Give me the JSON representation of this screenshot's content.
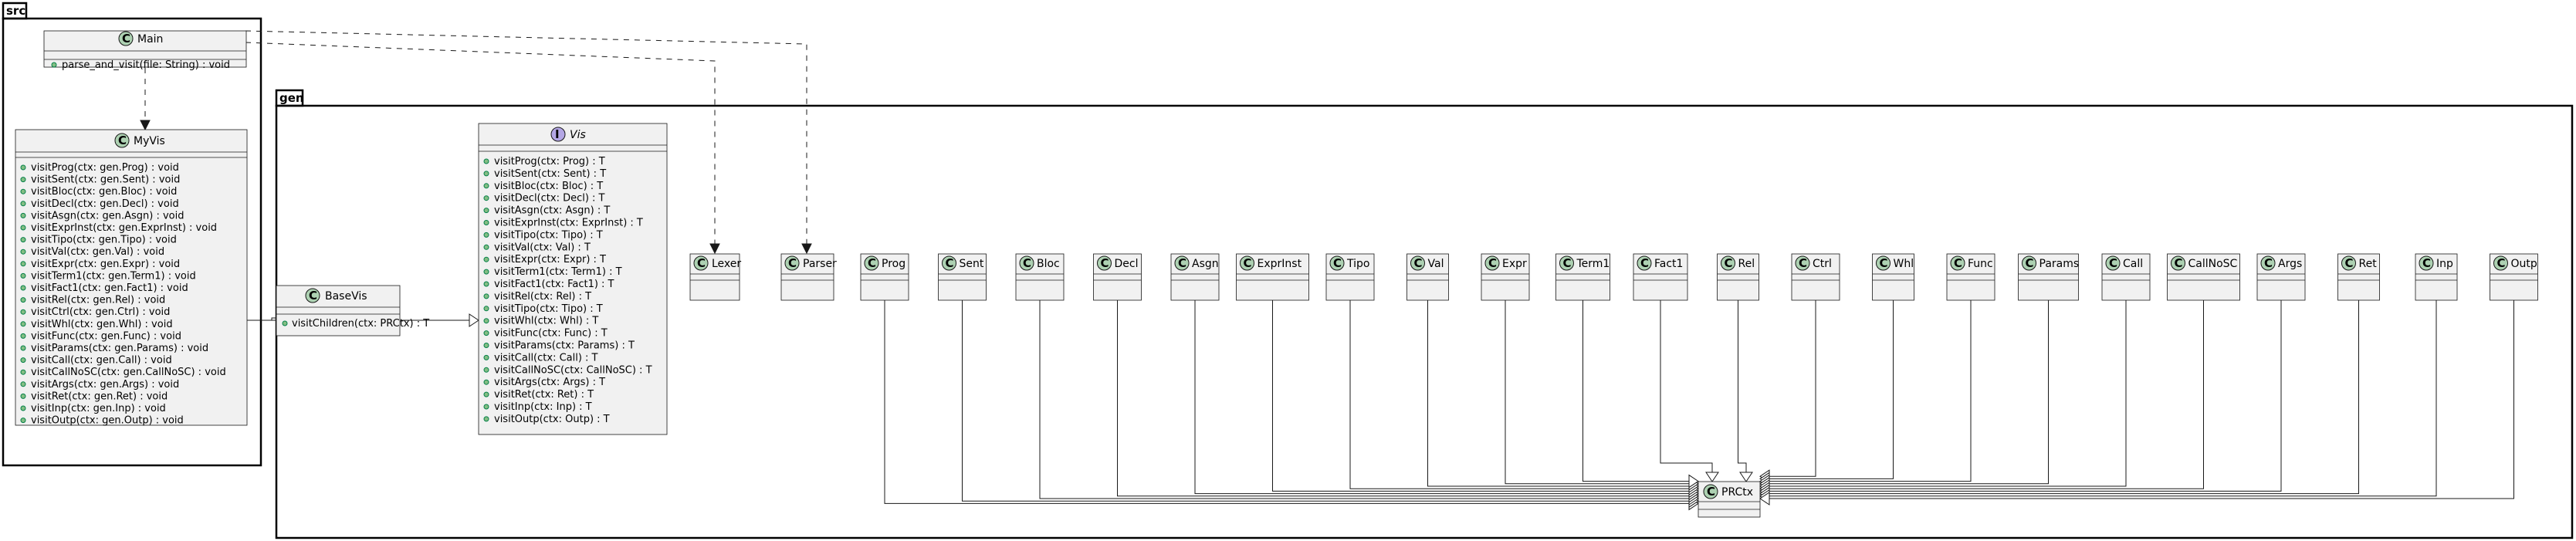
{
  "packages": {
    "src": "src",
    "gen": "gen"
  },
  "classes": {
    "main": {
      "name": "Main",
      "members": [
        "parse_and_visit(file: String) : void"
      ]
    },
    "myvis": {
      "name": "MyVis",
      "members": [
        "visitProg(ctx: gen.Prog) : void",
        "visitSent(ctx: gen.Sent) : void",
        "visitBloc(ctx: gen.Bloc) : void",
        "visitDecl(ctx: gen.Decl) : void",
        "visitAsgn(ctx: gen.Asgn) : void",
        "visitExprInst(ctx: gen.ExprInst) : void",
        "visitTipo(ctx: gen.Tipo) : void",
        "visitVal(ctx: gen.Val) : void",
        "visitExpr(ctx: gen.Expr) : void",
        "visitTerm1(ctx: gen.Term1) : void",
        "visitFact1(ctx: gen.Fact1) : void",
        "visitRel(ctx: gen.Rel) : void",
        "visitCtrl(ctx: gen.Ctrl) : void",
        "visitWhl(ctx: gen.Whl) : void",
        "visitFunc(ctx: gen.Func) : void",
        "visitParams(ctx: gen.Params) : void",
        "visitCall(ctx: gen.Call) : void",
        "visitCallNoSC(ctx: gen.CallNoSC) : void",
        "visitArgs(ctx: gen.Args) : void",
        "visitRet(ctx: gen.Ret) : void",
        "visitInp(ctx: gen.Inp) : void",
        "visitOutp(ctx: gen.Outp) : void"
      ]
    },
    "basevis": {
      "name": "BaseVis",
      "members": [
        "visitChildren(ctx: PRCtx) : T"
      ]
    },
    "vis": {
      "name": "Vis",
      "members": [
        "visitProg(ctx: Prog) : T",
        "visitSent(ctx: Sent) : T",
        "visitBloc(ctx: Bloc) : T",
        "visitDecl(ctx: Decl) : T",
        "visitAsgn(ctx: Asgn) : T",
        "visitExprInst(ctx: ExprInst) : T",
        "visitTipo(ctx: Tipo) : T",
        "visitVal(ctx: Val) : T",
        "visitExpr(ctx: Expr) : T",
        "visitTerm1(ctx: Term1) : T",
        "visitFact1(ctx: Fact1) : T",
        "visitRel(ctx: Rel) : T",
        "visitTipo(ctx: Tipo) : T",
        "visitWhl(ctx: Whl) : T",
        "visitFunc(ctx: Func) : T",
        "visitParams(ctx: Params) : T",
        "visitCall(ctx: Call) : T",
        "visitCallNoSC(ctx: CallNoSC) : T",
        "visitArgs(ctx: Args) : T",
        "visitRet(ctx: Ret) : T",
        "visitInp(ctx: Inp) : T",
        "visitOutp(ctx: Outp) : T"
      ]
    },
    "lexer": {
      "name": "Lexer"
    },
    "parser": {
      "name": "Parser"
    },
    "prctx": {
      "name": "PRCtx"
    }
  },
  "gen_row": [
    "Prog",
    "Sent",
    "Bloc",
    "Decl",
    "Asgn",
    "ExprInst",
    "Tipo",
    "Val",
    "Expr",
    "Term1",
    "Fact1",
    "Rel",
    "Ctrl",
    "Whl",
    "Func",
    "Params",
    "Call",
    "CallNoSC",
    "Args",
    "Ret",
    "Inp",
    "Outp"
  ],
  "badges": {
    "class": "C",
    "interface": "I"
  },
  "visibility_marker": "+",
  "colors": {
    "class_fill": "#F1F1F1",
    "class_badge": "#ADD1B2",
    "interface_badge": "#B4A7E5",
    "public_dot": "#84BE84",
    "border": "#181818"
  }
}
